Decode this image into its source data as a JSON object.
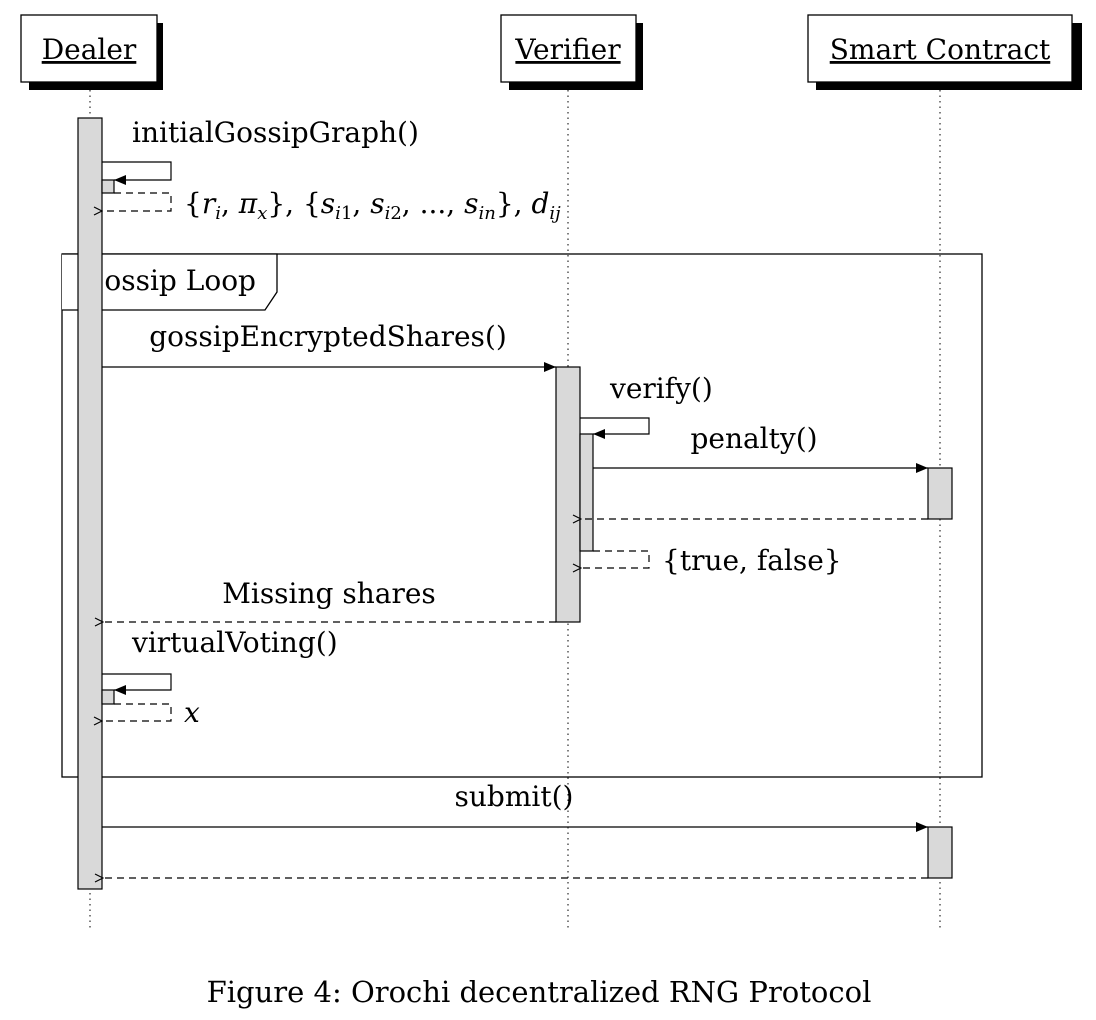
{
  "participants": {
    "dealer": "Dealer",
    "verifier": "Verifier",
    "smart_contract": "Smart Contract"
  },
  "messages": {
    "initial_gossip_graph": "initialGossipGraph()",
    "initial_return": "{r_i, π_x}, {s_i1, s_i2, ..., s_in}, d_ij",
    "gossip_encrypted_shares": "gossipEncryptedShares()",
    "verify": "verify()",
    "penalty": "penalty()",
    "verify_return": "{true, false}",
    "missing_shares": "Missing shares",
    "virtual_voting": "virtualVoting()",
    "virtual_voting_return": "x",
    "submit": "submit()"
  },
  "loop_frame": {
    "label": "Gossip Loop"
  },
  "caption": "Figure 4: Orochi decentralized RNG Protocol",
  "colors": {
    "line": "#000000",
    "activation_fill": "#d9d9d9",
    "background": "#ffffff"
  }
}
